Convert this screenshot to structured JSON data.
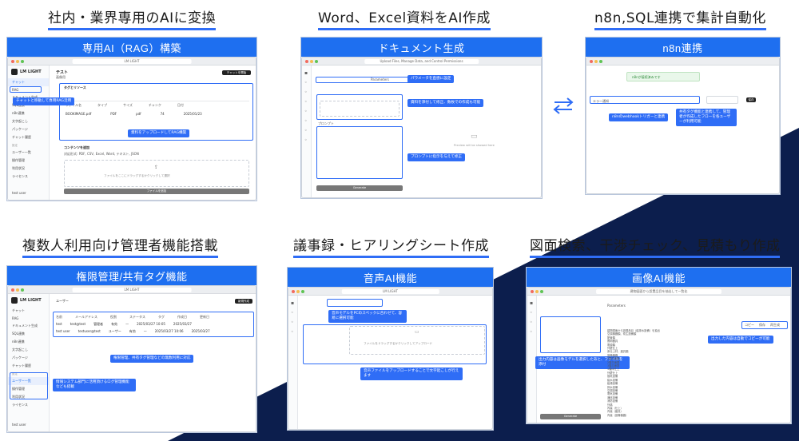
{
  "headings": {
    "h1": "社内・業界専用のAIに変換",
    "h2": "Word、Excel資料をAI作成",
    "h3": "n8n,SQL連携で集計自動化",
    "h4": "複数人利用向け管理者機能搭載",
    "h5": "議事録・ヒアリングシート作成",
    "h6": "図面検索、干渉チェック、見積もり作成"
  },
  "panels": {
    "rag": {
      "bar": "専用AI（RAG）構築",
      "url": "LM LIGHT",
      "logo": "LM LIGHT",
      "sidebar": [
        "チャット",
        "RAG",
        "ドキュメント生成",
        "SQL連携",
        "n8n連携",
        "文字起こし",
        "パッケージ",
        "チャット履歴"
      ],
      "sidebar_section": "設定",
      "sidebar2": [
        "ユーザー一覧",
        "操作管理",
        "利用状況",
        "ライセンス"
      ],
      "user": "test user",
      "title": "テスト",
      "subtitle": "画像用",
      "callout_sidebar": "チャットと移動して専用RAG活用",
      "callout_upload": "資料をアップロードしてRAG構築",
      "tag_label": "タグとリソース",
      "table_header": [
        "ファイル名",
        "タイプ",
        "サイズ",
        "チャンク",
        "日付"
      ],
      "table_row": [
        "BOOKIMAGE.pdf",
        "PDF",
        "pdf",
        "74",
        "2025/01/23"
      ],
      "section2": "コンテンツを追加",
      "section2_note": "対応形式: PDF, CSV, Excel, Word, テキスト, JSON",
      "upload_text": "ファイルをここにドラッグするかクリックして選択",
      "upload_btn": "ファイルを追加",
      "btn_top": "チャットを開始"
    },
    "doc": {
      "bar": "ドキュメント生成",
      "url": "Upload Files, Manage Data, and Control Permissions",
      "callout_param": "パラメータを直感に設定",
      "callout_ref": "資料を添付して修正、数枚での作成も可能",
      "callout_prompt": "プロンプトに指示を与えて修正",
      "param_label": "Parameters",
      "prompt_label": "プロンプト",
      "preview_label": "Preview will be showed here",
      "generate_btn": "Generate"
    },
    "n8n": {
      "bar": "n8n連携",
      "callout_webhook": "n8nのwebhookトリガーと連携",
      "callout_multi": "共有タグ機能と連携して、管理者が作成したフローを各ユーザーが利用可能",
      "status": "n8nが接続済みです",
      "field_name": "エラー通知",
      "save_btn": "保存"
    },
    "admin": {
      "bar": "権限管理/共有タグ機能",
      "url": "LM LIGHT",
      "logo": "LM LIGHT",
      "sidebar": [
        "チャット",
        "RAG",
        "ドキュメント生成",
        "SQL連携",
        "n8n連携",
        "文字起こし",
        "パッケージ",
        "チャット履歴"
      ],
      "sidebar_section": "設定",
      "sidebar2": [
        "ユーザー一覧",
        "操作管理",
        "利用状況",
        "ライセンス"
      ],
      "user": "test user",
      "page_title": "ユーザー",
      "add_btn": "新規作成",
      "table_header": [
        "名前",
        "メールアドレス",
        "役割",
        "ステータス",
        "タグ",
        "作成日",
        "更新日"
      ],
      "rows": [
        [
          "test",
          "test@test",
          "管理者",
          "有効",
          "—",
          "2025/03/27 10:05",
          "2025/03/27"
        ],
        [
          "test user",
          "testuser@test",
          "ユーザー",
          "有効",
          "—",
          "2025/03/27 10:06",
          "2025/03/27"
        ]
      ],
      "callout_perm": "権限管理、共有タグ管理などの無数利用に対応",
      "callout_log": "情報システム部門に活用頂けるログ管理機能なども搭載"
    },
    "voice": {
      "bar": "音声AI機能",
      "url": "LM LIGHT",
      "callout_model": "音声モデルをPCのスペックに合わせて、容易に選択可能",
      "callout_upload": "音声ファイルをアップロードすることで文字起こしが行えます",
      "upload_text": "ファイルをドラッグするかクリックしてアップロード"
    },
    "image": {
      "bar": "画像AI機能",
      "url": "建物図面から設置品目を抽出して一覧化",
      "callout_model": "出力内容は画像モデルを選択したあと、ファイルを添付",
      "callout_copy": "出力した内容は自動でコピーが可能",
      "param_label": "Parameters",
      "output_lines": [
        "建物図面から設置品目（給排水設備）を抽出",
        "空調機器類、衛生設備類",
        "配管類",
        "照明器具",
        "電源類",
        "外壁仕上",
        "床仕上材、建具類",
        "設備機器",
        "1階平面図",
        "2階平面図",
        "3階平面図",
        "1階床仕上",
        "外壁仕上",
        "換気設備",
        "給水設備",
        "給湯設備",
        "排水設備",
        "空調設備",
        "電気設備",
        "通信設備",
        "消防設備",
        "外構",
        "内装（仕上）",
        "内装（建具）",
        "内装（設備機器）"
      ],
      "copy_btns": [
        "コピー",
        "保存",
        "再生成"
      ],
      "generate_btn": "Generate"
    }
  }
}
